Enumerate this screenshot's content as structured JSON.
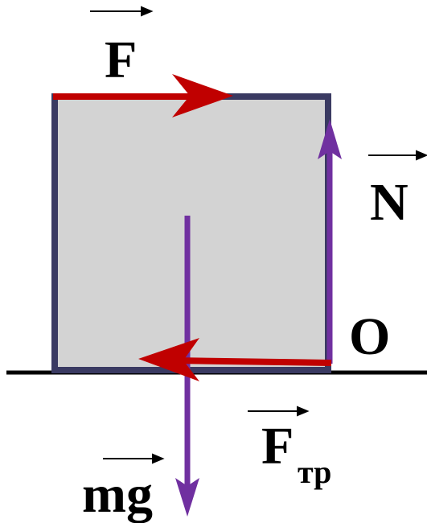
{
  "labels": {
    "applied_force": "F",
    "normal_force": "N",
    "pivot_point": "O",
    "friction_force": "F",
    "friction_subscript": "тр",
    "gravity_force": "mg"
  },
  "colors": {
    "block_fill": "#d3d3d3",
    "block_stroke": "#3a3a62",
    "red_arrow": "#c00000",
    "purple_arrow": "#7030a0",
    "ground": "#000000",
    "text": "#000000"
  },
  "icons": {
    "vector_mark": "right-arrow-overline"
  }
}
